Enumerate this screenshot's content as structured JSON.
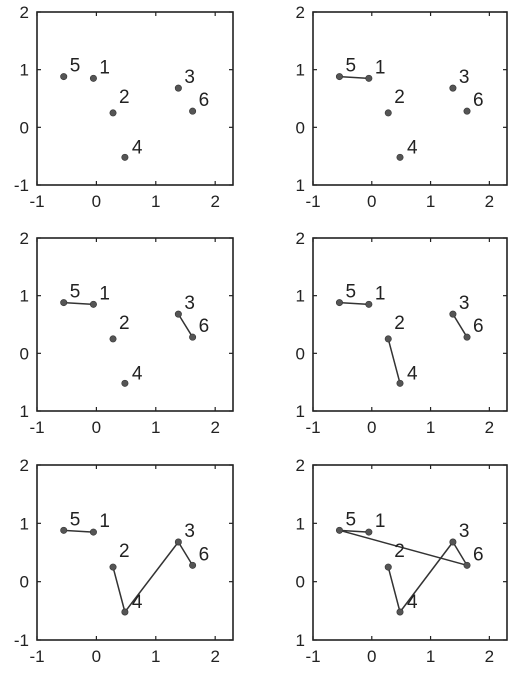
{
  "chart_data": [
    {
      "type": "scatter",
      "title": "",
      "xlabel": "",
      "ylabel": "",
      "xlim": [
        -1,
        2.3
      ],
      "ylim": [
        -1,
        2
      ],
      "xticks": [
        "-1",
        "0",
        "1",
        "2"
      ],
      "yticks": [
        "-1",
        "0",
        "1",
        "2"
      ],
      "points": [
        {
          "label": "1",
          "x": -0.05,
          "y": 0.85
        },
        {
          "label": "2",
          "x": 0.28,
          "y": 0.25
        },
        {
          "label": "3",
          "x": 1.38,
          "y": 0.68
        },
        {
          "label": "4",
          "x": 0.48,
          "y": -0.52
        },
        {
          "label": "5",
          "x": -0.55,
          "y": 0.88
        },
        {
          "label": "6",
          "x": 1.62,
          "y": 0.28
        }
      ],
      "links": []
    },
    {
      "type": "scatter",
      "title": "",
      "xlabel": "",
      "ylabel": "",
      "xlim": [
        -1,
        2.3
      ],
      "ylim": [
        -1,
        2
      ],
      "xticks": [
        "-1",
        "0",
        "1",
        "2"
      ],
      "yticks": [
        "1",
        "0",
        "1",
        "2"
      ],
      "points": [
        {
          "label": "1",
          "x": -0.05,
          "y": 0.85
        },
        {
          "label": "2",
          "x": 0.28,
          "y": 0.25
        },
        {
          "label": "3",
          "x": 1.38,
          "y": 0.68
        },
        {
          "label": "4",
          "x": 0.48,
          "y": -0.52
        },
        {
          "label": "5",
          "x": -0.55,
          "y": 0.88
        },
        {
          "label": "6",
          "x": 1.62,
          "y": 0.28
        }
      ],
      "links": [
        [
          "5",
          "1"
        ]
      ]
    },
    {
      "type": "scatter",
      "title": "",
      "xlabel": "",
      "ylabel": "",
      "xlim": [
        -1,
        2.3
      ],
      "ylim": [
        -1,
        2
      ],
      "xticks": [
        "-1",
        "0",
        "1",
        "2"
      ],
      "yticks": [
        "1",
        "0",
        "1",
        "2"
      ],
      "points": [
        {
          "label": "1",
          "x": -0.05,
          "y": 0.85
        },
        {
          "label": "2",
          "x": 0.28,
          "y": 0.25
        },
        {
          "label": "3",
          "x": 1.38,
          "y": 0.68
        },
        {
          "label": "4",
          "x": 0.48,
          "y": -0.52
        },
        {
          "label": "5",
          "x": -0.55,
          "y": 0.88
        },
        {
          "label": "6",
          "x": 1.62,
          "y": 0.28
        }
      ],
      "links": [
        [
          "5",
          "1"
        ],
        [
          "3",
          "6"
        ]
      ]
    },
    {
      "type": "scatter",
      "title": "",
      "xlabel": "",
      "ylabel": "",
      "xlim": [
        -1,
        2.3
      ],
      "ylim": [
        -1,
        2
      ],
      "xticks": [
        "-1",
        "0",
        "1",
        "2"
      ],
      "yticks": [
        "1",
        "0",
        "1",
        "2"
      ],
      "points": [
        {
          "label": "1",
          "x": -0.05,
          "y": 0.85
        },
        {
          "label": "2",
          "x": 0.28,
          "y": 0.25
        },
        {
          "label": "3",
          "x": 1.38,
          "y": 0.68
        },
        {
          "label": "4",
          "x": 0.48,
          "y": -0.52
        },
        {
          "label": "5",
          "x": -0.55,
          "y": 0.88
        },
        {
          "label": "6",
          "x": 1.62,
          "y": 0.28
        }
      ],
      "links": [
        [
          "5",
          "1"
        ],
        [
          "3",
          "6"
        ],
        [
          "2",
          "4"
        ]
      ]
    },
    {
      "type": "scatter",
      "title": "",
      "xlabel": "",
      "ylabel": "",
      "xlim": [
        -1,
        2.3
      ],
      "ylim": [
        -1,
        2
      ],
      "xticks": [
        "-1",
        "0",
        "1",
        "2"
      ],
      "yticks": [
        "-1",
        "0",
        "1",
        "2"
      ],
      "points": [
        {
          "label": "1",
          "x": -0.05,
          "y": 0.85
        },
        {
          "label": "2",
          "x": 0.28,
          "y": 0.25
        },
        {
          "label": "3",
          "x": 1.38,
          "y": 0.68
        },
        {
          "label": "4",
          "x": 0.48,
          "y": -0.52
        },
        {
          "label": "5",
          "x": -0.55,
          "y": 0.88
        },
        {
          "label": "6",
          "x": 1.62,
          "y": 0.28
        }
      ],
      "links": [
        [
          "5",
          "1"
        ],
        [
          "3",
          "6"
        ],
        [
          "2",
          "4"
        ],
        [
          "4",
          "3"
        ]
      ]
    },
    {
      "type": "scatter",
      "title": "",
      "xlabel": "",
      "ylabel": "",
      "xlim": [
        -1,
        2.3
      ],
      "ylim": [
        -1,
        2
      ],
      "xticks": [
        "-1",
        "0",
        "1",
        "2"
      ],
      "yticks": [
        "1",
        "0",
        "1",
        "2"
      ],
      "points": [
        {
          "label": "1",
          "x": -0.05,
          "y": 0.85
        },
        {
          "label": "2",
          "x": 0.28,
          "y": 0.25
        },
        {
          "label": "3",
          "x": 1.38,
          "y": 0.68
        },
        {
          "label": "4",
          "x": 0.48,
          "y": -0.52
        },
        {
          "label": "5",
          "x": -0.55,
          "y": 0.88
        },
        {
          "label": "6",
          "x": 1.62,
          "y": 0.28
        }
      ],
      "links": [
        [
          "5",
          "1"
        ],
        [
          "3",
          "6"
        ],
        [
          "2",
          "4"
        ],
        [
          "4",
          "3"
        ],
        [
          "5",
          "6"
        ]
      ]
    }
  ]
}
